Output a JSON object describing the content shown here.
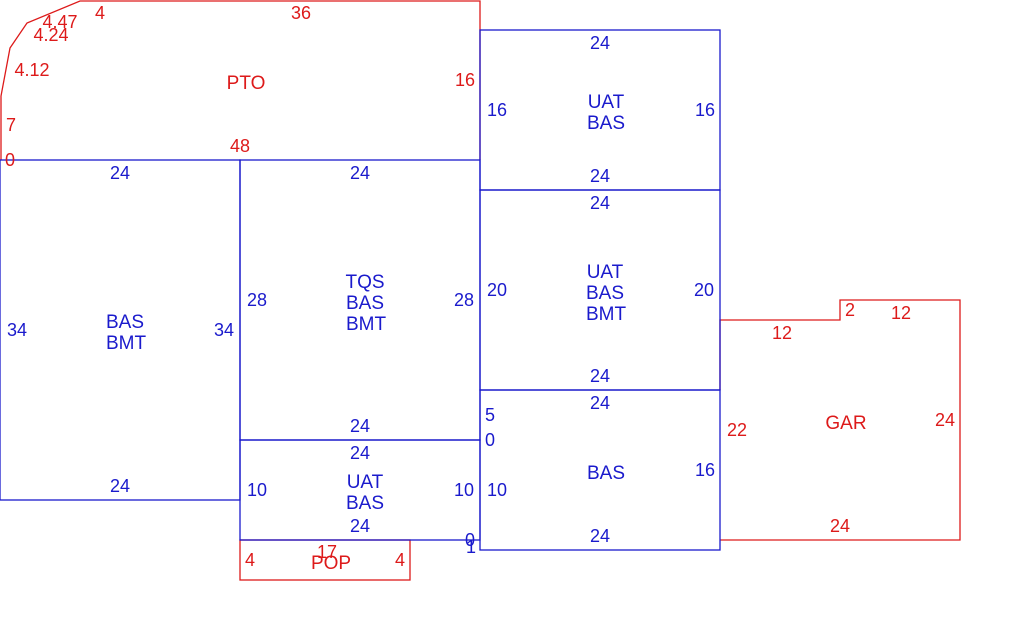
{
  "colors": {
    "main": "#1a1acc",
    "addition": "#dd1a1a",
    "background": "#ffffff"
  },
  "areas": {
    "pto": "PTO",
    "uat_bas_top": [
      "UAT",
      "BAS"
    ],
    "bas_bmt_left": [
      "BAS",
      "BMT"
    ],
    "tqs_bas_bmt": [
      "TQS",
      "BAS",
      "BMT"
    ],
    "uat_bas_bmt": [
      "UAT",
      "BAS",
      "BMT"
    ],
    "uat_bas_bottom": [
      "UAT",
      "BAS"
    ],
    "bas_right": "BAS",
    "gar": "GAR",
    "pop": "POP"
  },
  "dimensions": {
    "pto": [
      "4.47",
      "4",
      "36",
      "4.24",
      "4.12",
      "16",
      "7",
      "0",
      "48"
    ],
    "uat_bas_top": [
      "24",
      "16",
      "16",
      "24"
    ],
    "bas_bmt_left": [
      "24",
      "34",
      "34",
      "24"
    ],
    "tqs_bas_bmt": [
      "24",
      "28",
      "28",
      "24"
    ],
    "uat_bas_bmt": [
      "24",
      "20",
      "20",
      "24"
    ],
    "uat_bas_bottom": [
      "24",
      "10",
      "10",
      "24"
    ],
    "bas_right": [
      "5",
      "0",
      "24",
      "10",
      "16",
      "24"
    ],
    "gar": [
      "2",
      "12",
      "12",
      "22",
      "24",
      "24"
    ],
    "pop": [
      "17",
      "4",
      "4"
    ],
    "junction": [
      "0",
      "1"
    ]
  }
}
